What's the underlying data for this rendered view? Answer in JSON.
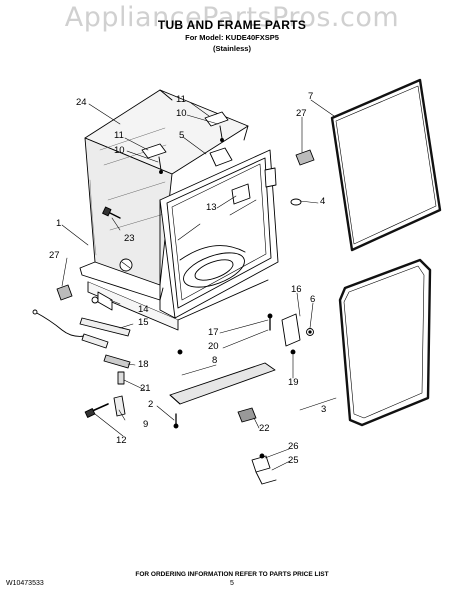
{
  "watermark": "AppliancePartsPros.com",
  "header": {
    "title": "TUB AND FRAME PARTS",
    "model": "For Model: KUDE40FXSP5",
    "variant": "(Stainless)"
  },
  "callouts": [
    "1",
    "2",
    "3",
    "4",
    "5",
    "6",
    "7",
    "8",
    "9",
    "10",
    "10",
    "11",
    "11",
    "12",
    "13",
    "14",
    "15",
    "16",
    "17",
    "18",
    "19",
    "20",
    "21",
    "22",
    "23",
    "24",
    "25",
    "26",
    "27",
    "27"
  ],
  "footer": {
    "ordering_info": "FOR ORDERING INFORMATION REFER TO PARTS PRICE LIST",
    "doc_number": "W10473533",
    "page_number": "5"
  }
}
